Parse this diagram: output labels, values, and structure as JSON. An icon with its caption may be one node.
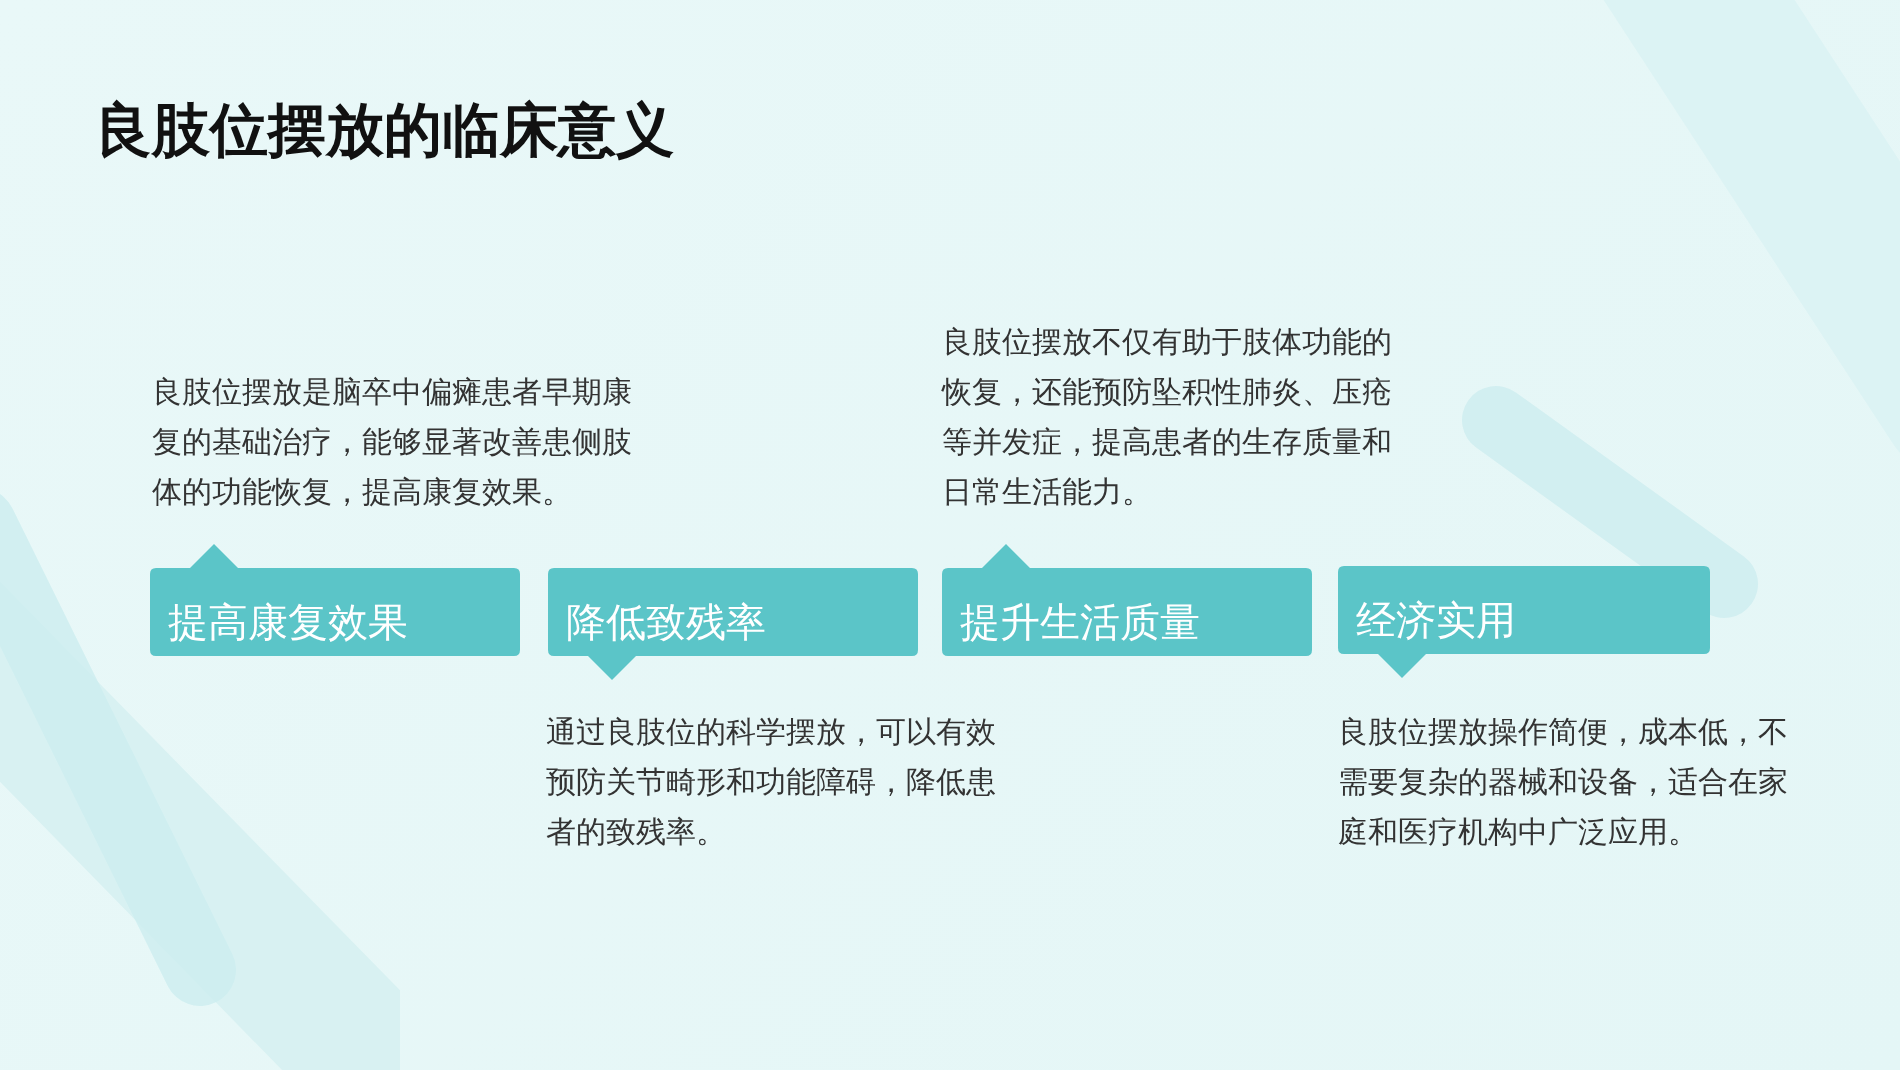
{
  "diagram": {
    "title": "良肢位摆放的临床意义",
    "nodes": [
      {
        "text": [
          "提高康复效果"
        ],
        "beside": [
          "良肢位摆放是脑卒中偏瘫患者早期康复的基础治疗，能够显著改善患侧肢体的功能恢复，提高康复效果。"
        ]
      },
      {
        "text": [
          "降低致残率"
        ],
        "beside": [
          "通过良肢位的科学摆放，可以有效预防关节畸形和功能障碍，降低患者的致残率。"
        ]
      },
      {
        "text": [
          "提升生活质量"
        ],
        "beside": [
          "良肢位摆放不仅有助于肢体功能的恢复，还能预防坠积性肺炎、压疮等并发症，提高患者的生存质量和日常生活能力。"
        ]
      },
      {
        "text": [
          "经济实用"
        ],
        "beside": [
          "良肢位摆放操作简便，成本低，不需要复杂的器械和设备，适合在家庭和医疗机构中广泛应用。"
        ]
      }
    ]
  }
}
